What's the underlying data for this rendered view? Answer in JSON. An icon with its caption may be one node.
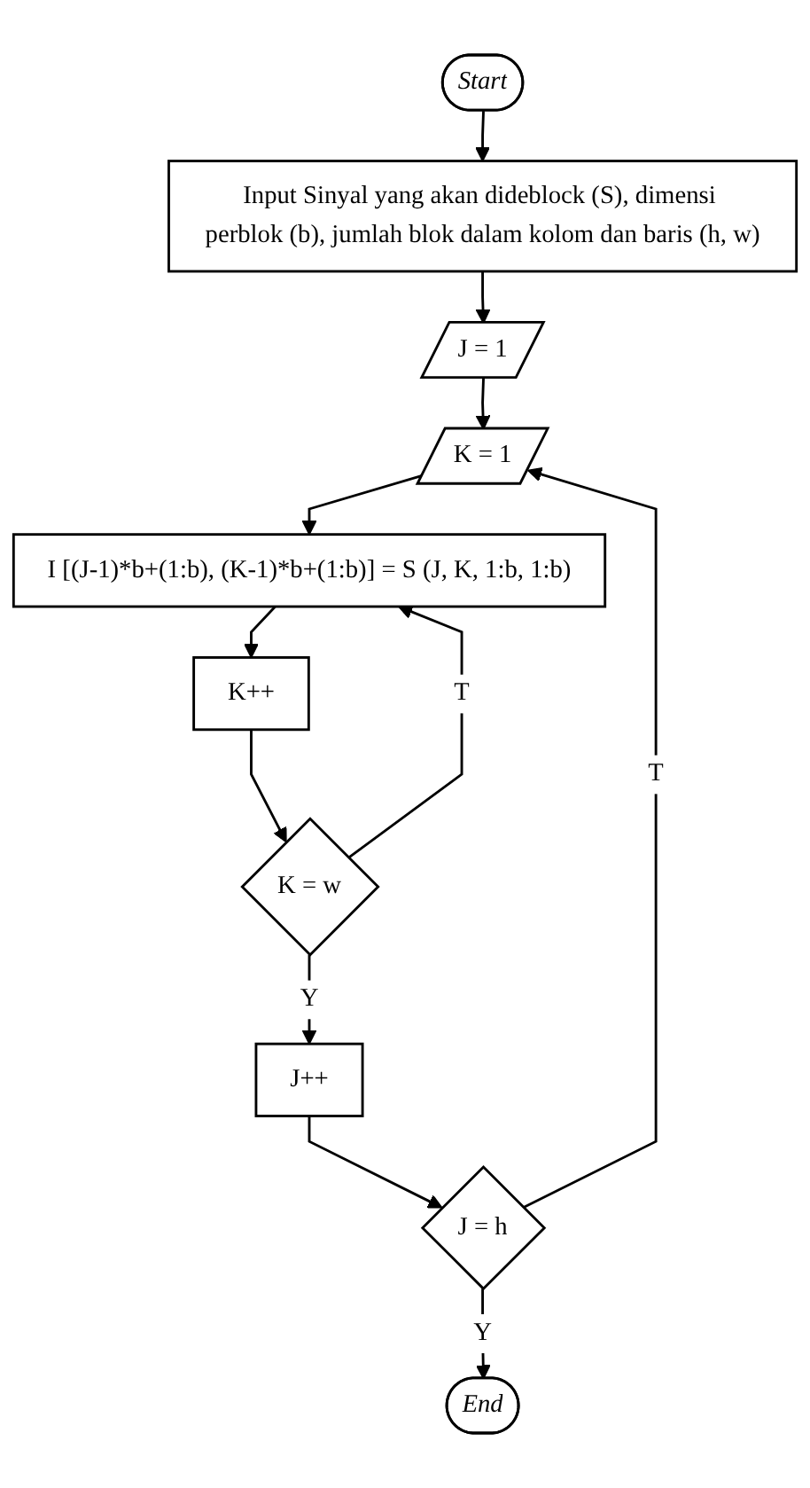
{
  "diagram": {
    "nodes": [
      {
        "text": [
          "Start"
        ]
      },
      {
        "text": [
          "Input Sinyal yang akan dideblock (S), dimensi perblok (b), jumlah blok dalam kolom dan baris (h, w)"
        ]
      },
      {
        "text": [
          "J = 1"
        ]
      },
      {
        "text": [
          "K = 1"
        ]
      },
      {
        "text": [
          "I [(J-1)*b+(1:b), (K-1)*b+(1:b)] = S (J, K, 1:b, 1:b)"
        ]
      },
      {
        "text": [
          "K++"
        ]
      },
      {
        "text": [
          "K = w"
        ]
      },
      {
        "text": [
          "J++"
        ]
      },
      {
        "text": [
          "J = h"
        ]
      },
      {
        "text": [
          "End"
        ]
      }
    ],
    "edges": [
      {
        "from": 0,
        "to": 1,
        "arrow": "to"
      },
      {
        "from": 1,
        "to": 2,
        "arrow": "to"
      },
      {
        "from": 2,
        "to": 3,
        "arrow": "to"
      },
      {
        "from": 3,
        "to": 4,
        "arrow": "to"
      },
      {
        "from": 4,
        "to": 5,
        "arrow": "to"
      },
      {
        "from": 5,
        "to": 6,
        "arrow": "to"
      },
      {
        "from": 6,
        "to": 4,
        "label": "T",
        "arrow": "to"
      },
      {
        "from": 6,
        "to": 7,
        "label": "Y",
        "arrow": "to"
      },
      {
        "from": 7,
        "to": 8,
        "arrow": "to"
      },
      {
        "from": 8,
        "to": 3,
        "label": "T",
        "arrow": "to"
      },
      {
        "from": 8,
        "to": 9,
        "label": "Y",
        "arrow": "to"
      }
    ]
  }
}
